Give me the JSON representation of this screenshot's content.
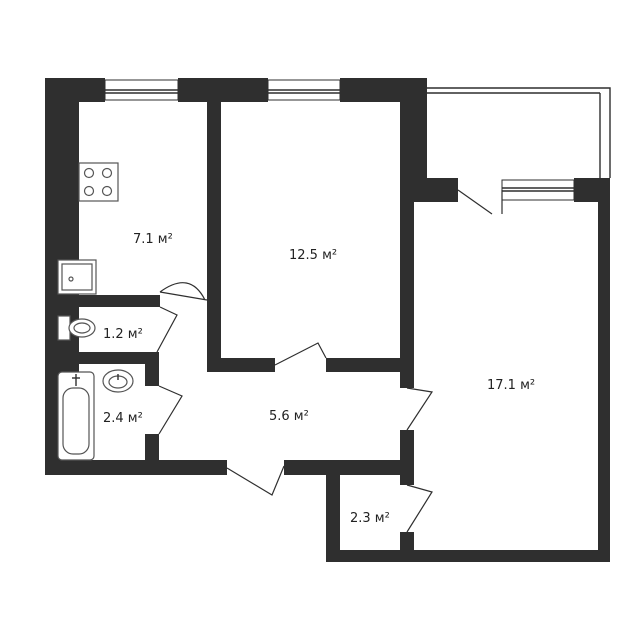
{
  "rooms": {
    "kitchen": {
      "area": "7.1 м²"
    },
    "bedroom": {
      "area": "12.5 м²"
    },
    "living": {
      "area": "17.1 м²"
    },
    "toilet": {
      "area": "1.2 м²"
    },
    "bathroom": {
      "area": "2.4 м²"
    },
    "hallway": {
      "area": "5.6 м²"
    },
    "closet": {
      "area": "2.3 м²"
    }
  },
  "colors": {
    "wall": "#2f2f2f",
    "background": "#ffffff"
  },
  "icons": [
    "stove-icon",
    "sink-icon",
    "toilet-icon",
    "washbasin-icon",
    "bathtub-icon"
  ]
}
